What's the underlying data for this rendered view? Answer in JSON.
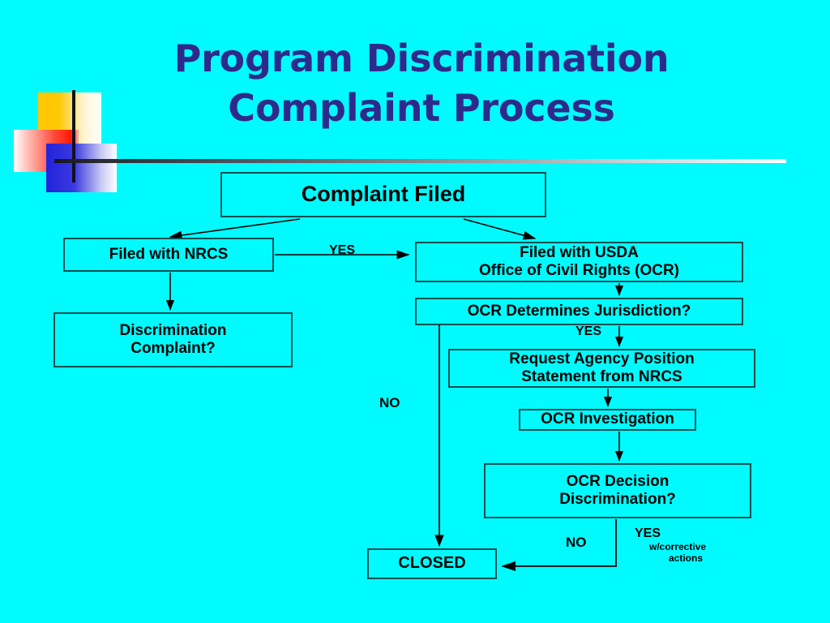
{
  "slide": {
    "background_color": "#00FBFF",
    "title_color": "#2E2A8C",
    "box_border_color": "#0D4F52",
    "text_color": "#000000",
    "title": {
      "line1": "Program Discrimination",
      "line2": "Complaint Process"
    }
  },
  "decoration": {
    "square_yellow_color": "#FFC700",
    "square_blue_color": "#2222DD",
    "square_red_color": "#FF1A05",
    "rule_color_start": "#15151F",
    "rule_color_end": "#FFFFFF"
  },
  "flowchart": {
    "nodes": {
      "complaint_filed": "Complaint Filed",
      "filed_with_nrcs": "Filed with NRCS",
      "discrimination_complaint": {
        "line1": "Discrimination",
        "line2": "Complaint?"
      },
      "filed_with_usda": {
        "line1": "Filed with USDA",
        "line2": "Office of Civil Rights (OCR)"
      },
      "ocr_determines_jurisdiction": "OCR Determines Jurisdiction?",
      "request_agency_position": {
        "line1": "Request Agency Position",
        "line2": "Statement from NRCS"
      },
      "ocr_investigation": "OCR Investigation",
      "ocr_decision": {
        "line1": "OCR Decision",
        "line2": "Discrimination?"
      },
      "closed": "CLOSED"
    },
    "edge_labels": {
      "yes_nrcs_to_usda": "YES",
      "yes_jurisdiction": "YES",
      "no_jurisdiction": "NO",
      "no_decision": "NO",
      "yes_corrective": "YES",
      "yes_corrective_sub1": "w/corrective",
      "yes_corrective_sub2": "actions"
    }
  }
}
